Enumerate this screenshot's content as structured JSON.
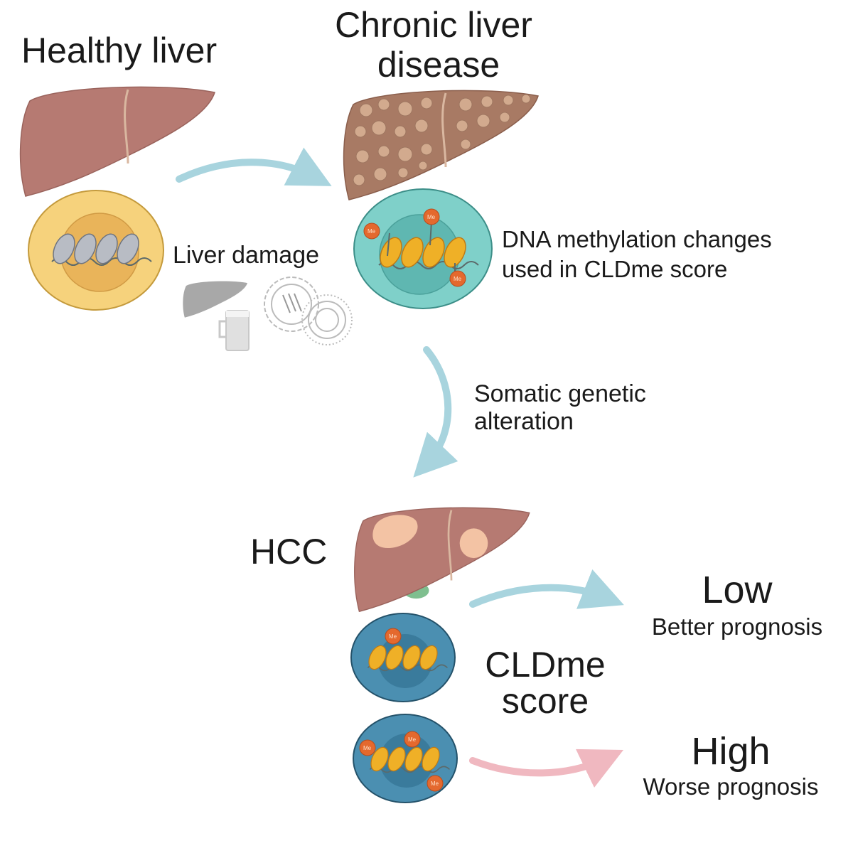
{
  "stages": {
    "healthy": {
      "title": "Healthy liver"
    },
    "chronic": {
      "title_line1": "Chronic liver",
      "title_line2": "disease"
    },
    "hcc": {
      "title": "HCC"
    }
  },
  "transitions": {
    "damage": {
      "label": "Liver damage",
      "causes_icons": [
        "fatty-liver-icon",
        "beer-mug-icon",
        "hepatitis-virus-icon"
      ]
    },
    "methylation": {
      "line1": "DNA methylation changes",
      "line2": "used in CLDme score"
    },
    "somatic": {
      "line1": "Somatic genetic",
      "line2": "alteration"
    }
  },
  "score": {
    "line1": "CLDme",
    "line2": "score"
  },
  "outcomes": {
    "low": {
      "level": "Low",
      "prognosis": "Better prognosis"
    },
    "high": {
      "level": "High",
      "prognosis": "Worse prognosis"
    }
  },
  "methyl_label": "Me",
  "colors": {
    "liver": "#b67a72",
    "healthy_cell": "#f6d27c",
    "chronic_cell": "#7fd0c9",
    "hcc_cell": "#4b8fb1",
    "methyl": "#e4692e",
    "arrow_blue": "#a8d4de",
    "arrow_pink": "#f0b8c0"
  }
}
